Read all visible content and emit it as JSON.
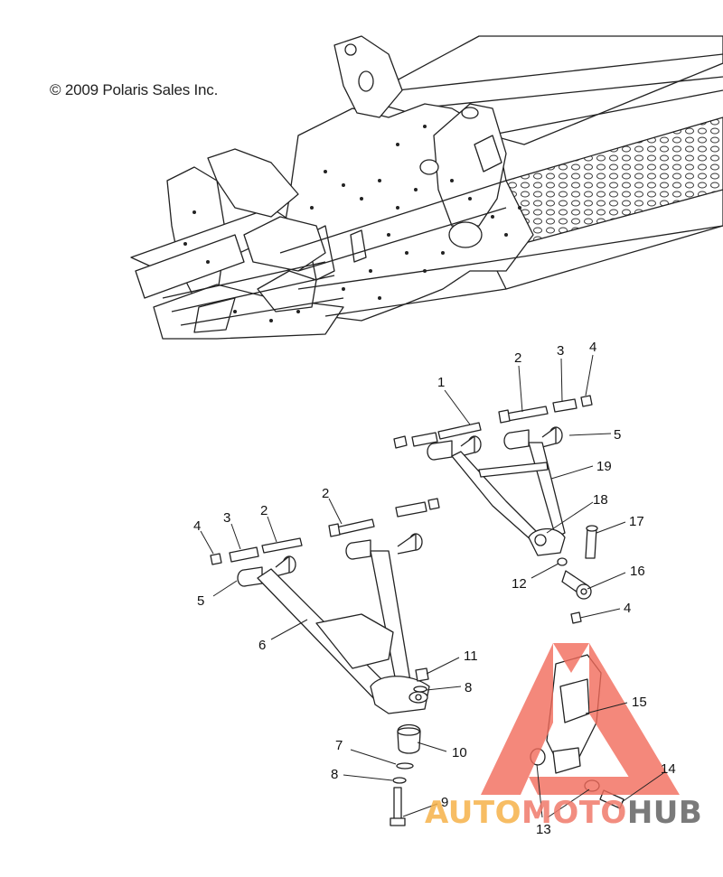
{
  "copyright": "© 2009 Polaris Sales Inc.",
  "watermark": {
    "part1": "AUTO",
    "part2": "MOTO",
    "part3": "HUB",
    "colors": {
      "triangle": "#f26b5b",
      "auto": "#f6b24a",
      "moto": "#f07a6a",
      "hub": "#6c6c6c"
    }
  },
  "callouts": {
    "c1": "1",
    "c2a": "2",
    "c3a": "3",
    "c4a": "4",
    "c5a": "5",
    "c19": "19",
    "c18": "18",
    "c17": "17",
    "c12": "12",
    "c16": "16",
    "c4b": "4",
    "c2b": "2",
    "c4c": "4",
    "c3b": "3",
    "c2c": "2",
    "c5b": "5",
    "c6": "6",
    "c11": "11",
    "c8a": "8",
    "c7": "7",
    "c10": "10",
    "c8b": "8",
    "c9": "9",
    "c15": "15",
    "c14": "14",
    "c13": "13"
  }
}
